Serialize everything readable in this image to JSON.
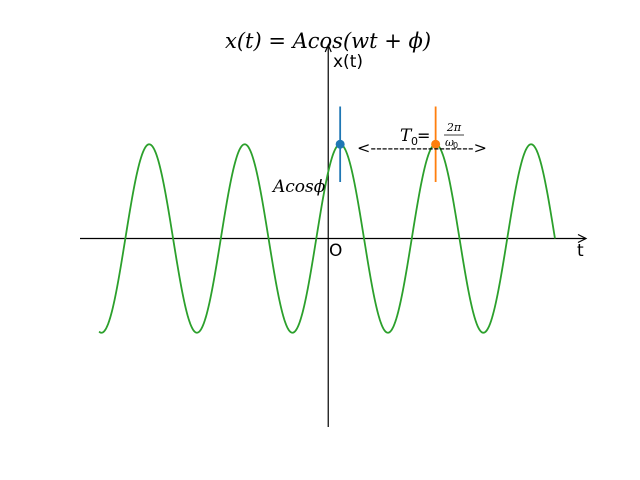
{
  "chart_data": {
    "type": "line",
    "title": "x(t) = Acos(wt + ϕ)",
    "xlabel": "t",
    "ylabel": "x(t)",
    "origin_label": "O",
    "amplitude_label": "Acosϕ",
    "period_label": {
      "main": "T",
      "sub": "0",
      "eq": " = ",
      "num": "2π",
      "den_main": "ω",
      "den_sub": "0"
    },
    "arrow_text": "<------------------>",
    "xlim": [
      -2.6,
      2.7
    ],
    "ylim": [
      -2.0,
      2.0
    ],
    "series": [
      {
        "A": 1.0,
        "omega": 6.28318,
        "phi": -0.785398,
        "t_start": -2.4,
        "t_end": 2.375,
        "color": "#2ca02c"
      }
    ],
    "markers": [
      {
        "t": 0.125,
        "y": 1.0,
        "color": "#1f77b4",
        "error": 0.4
      },
      {
        "t": 1.125,
        "y": 1.0,
        "color": "#ff7f0e",
        "error": 0.4
      }
    ],
    "grid": false,
    "legend": "none"
  }
}
